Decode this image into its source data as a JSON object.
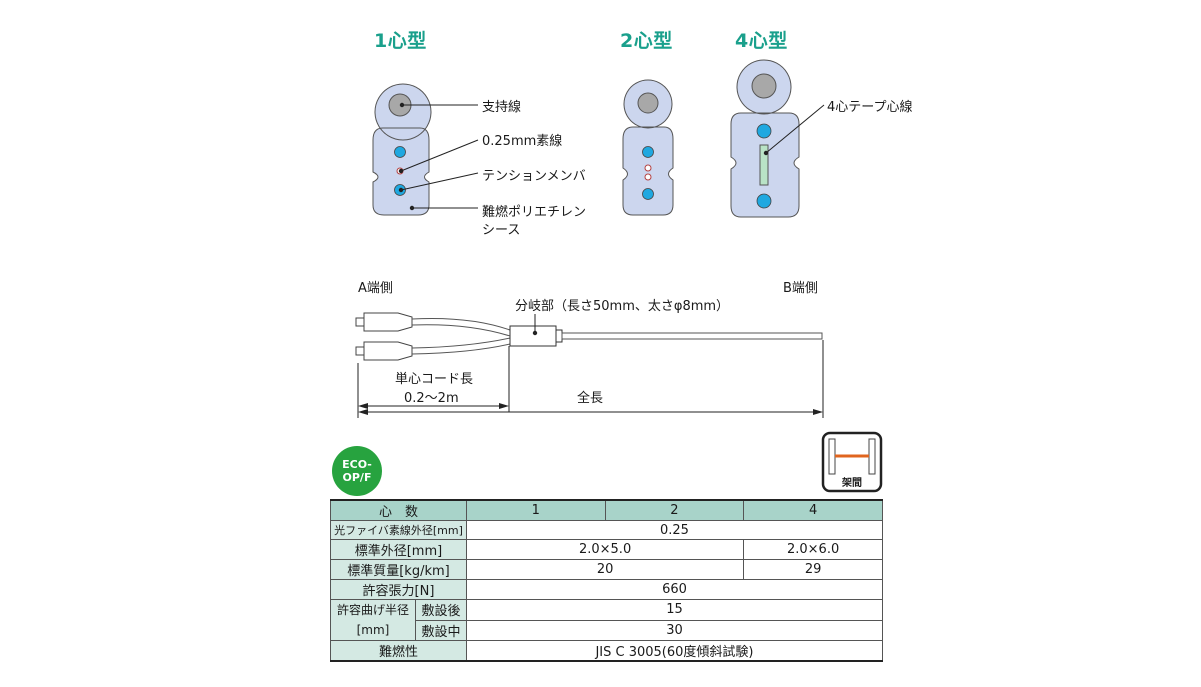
{
  "types": {
    "type1": "1心型",
    "type2": "2心型",
    "type4": "4心型"
  },
  "callouts": {
    "support_wire": "支持線",
    "fiber": "0.25mm素線",
    "tension_member": "テンションメンバ",
    "sheath_line1": "難燃ポリエチレン",
    "sheath_line2": "シース",
    "tape_fiber": "4心テープ心線"
  },
  "cable": {
    "a_end": "A端側",
    "b_end": "B端側",
    "branch": "分岐部（長さ50mm、太さφ8mm）",
    "single_cord_label": "単心コード長",
    "single_cord_length": "0.2〜2m",
    "total_length": "全長"
  },
  "badges": {
    "eco_line1": "ECO-",
    "eco_line2": "OP/F",
    "aerial": "架間"
  },
  "colors": {
    "title_teal": "#1aa08c",
    "sheath": "#ccd6ee",
    "fiber_blue": "#1fa8e0",
    "eco_green": "#27a33f",
    "header_teal": "#a8d3c9",
    "row_label": "#d4e9e3",
    "aerial_orange": "#e0651f"
  },
  "table": {
    "header": {
      "label": "心　数",
      "c1": "1",
      "c2": "2",
      "c4": "4"
    },
    "rows": {
      "fiber_diameter": {
        "label": "光ファイバ素線外径[mm]",
        "value": "0.25"
      },
      "outer_diameter": {
        "label": "標準外径[mm]",
        "v12": "2.0×5.0",
        "v4": "2.0×6.0"
      },
      "mass": {
        "label": "標準質量[kg/km]",
        "v12": "20",
        "v4": "29"
      },
      "tension": {
        "label": "許容張力[N]",
        "value": "660"
      },
      "bend_label1": "許容曲げ半径",
      "bend_label2": "[mm]",
      "bend_after": {
        "label": "敷設後",
        "value": "15"
      },
      "bend_during": {
        "label": "敷設中",
        "value": "30"
      },
      "flame": {
        "label": "難燃性",
        "value": "JIS C 3005(60度傾斜試験)"
      }
    }
  }
}
